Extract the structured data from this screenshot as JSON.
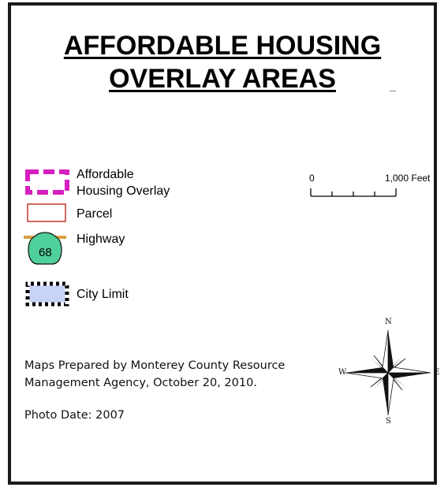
{
  "title": {
    "line1": "AFFORDABLE HOUSING",
    "line2": "OVERLAY AREAS"
  },
  "legend": {
    "affordable_housing_overlay": {
      "line1": "Affordable",
      "line2": "Housing Overlay",
      "color": "#d61fbf"
    },
    "parcel": {
      "label": "Parcel",
      "color": "#c0392b"
    },
    "highway": {
      "label": "Highway",
      "shield_number": "68",
      "line_color": "#d9a042",
      "shield_color": "#4fcf9a"
    },
    "city_limit": {
      "label": "City Limit",
      "fill_color": "#c7d3f7"
    }
  },
  "scale_bar": {
    "start_label": "0",
    "end_label": "1,000 Feet"
  },
  "credits": {
    "line1": "Maps Prepared by Monterey County Resource",
    "line2": "Management Agency, October 20, 2010.",
    "photo_date": "Photo Date: 2007"
  },
  "north_arrow": {
    "n": "N",
    "s": "S",
    "e": "E",
    "w": "W"
  }
}
